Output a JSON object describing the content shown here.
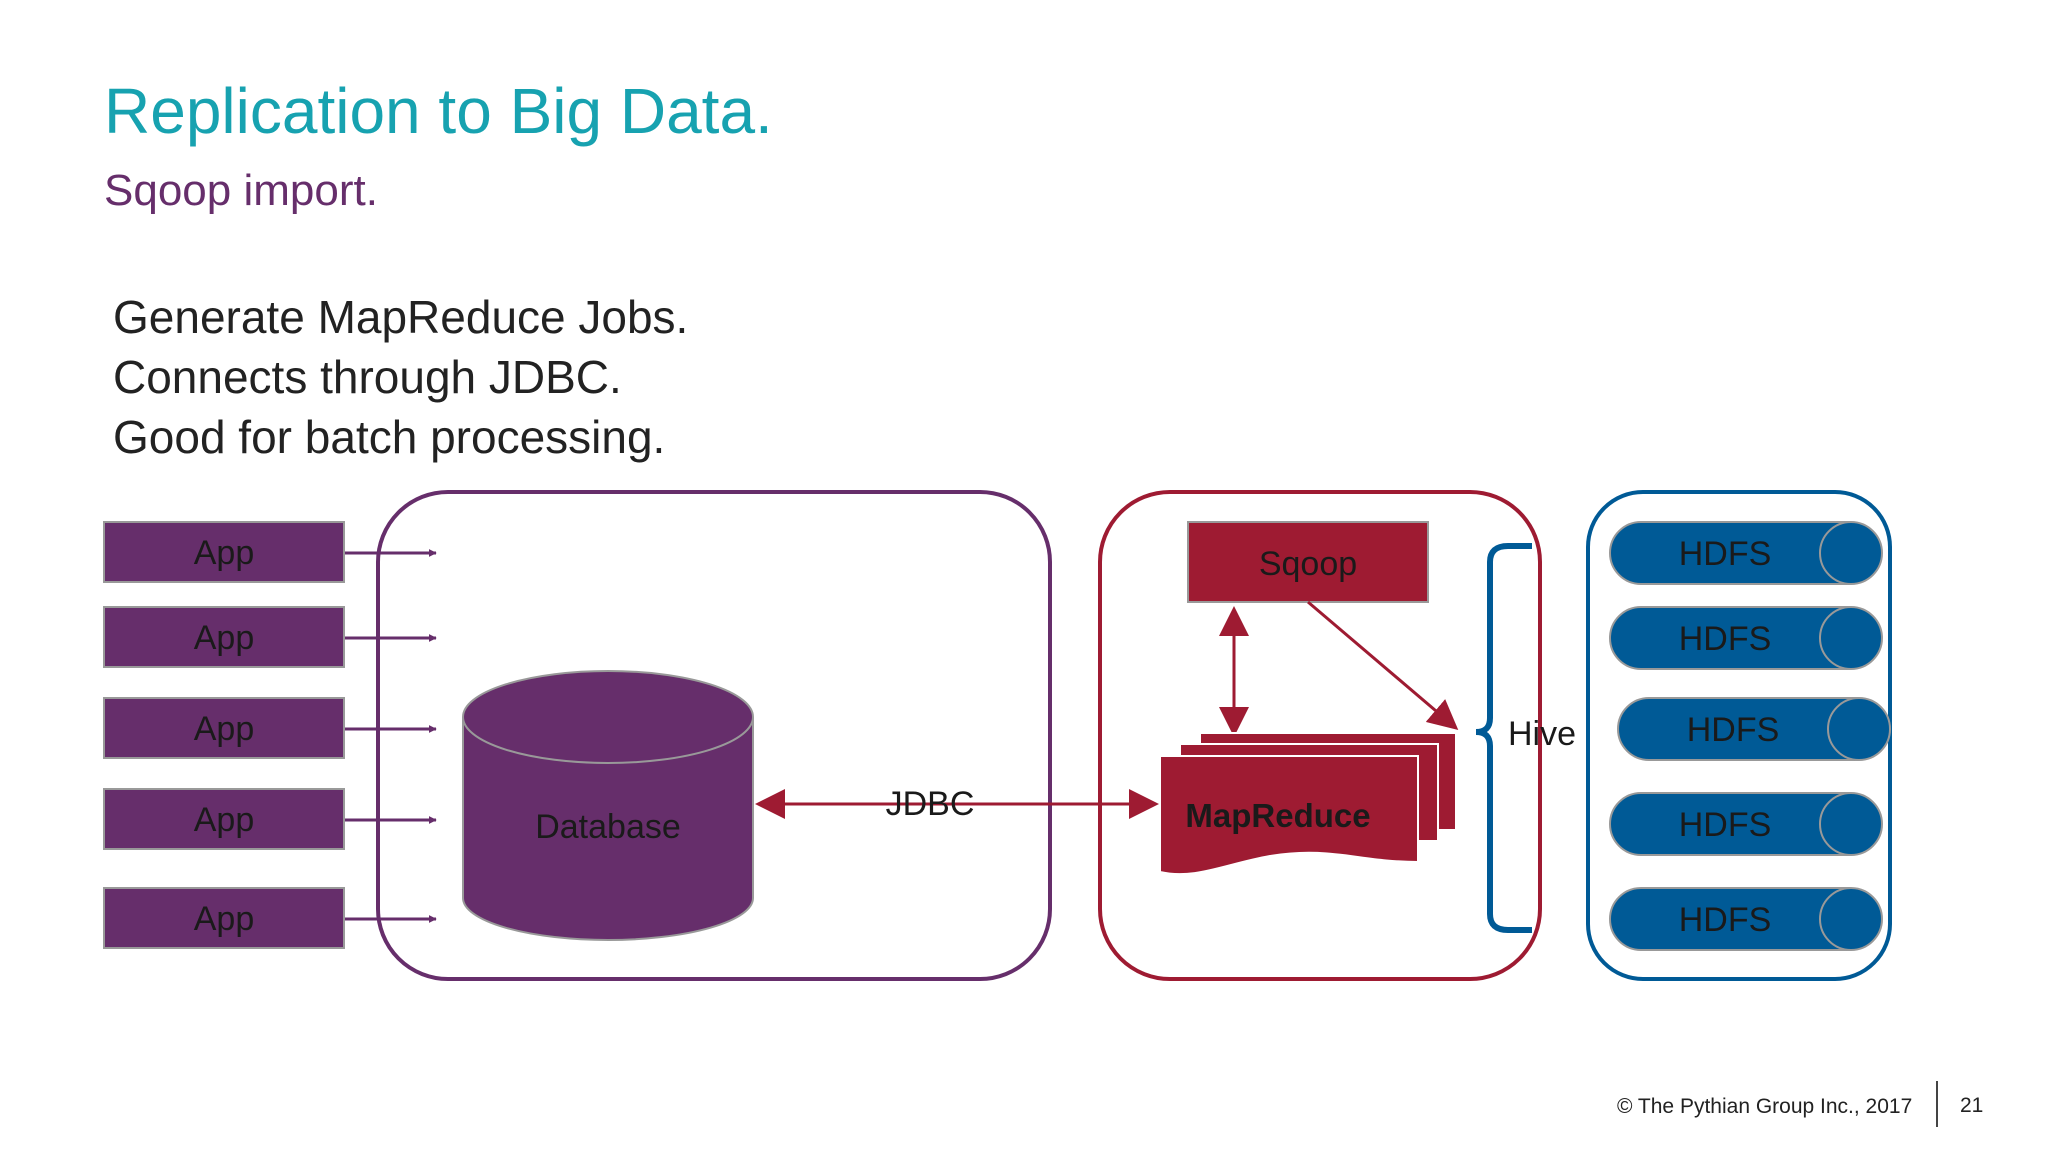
{
  "slide": {
    "title": "Replication to Big Data.",
    "subtitle": "Sqoop import.",
    "bullets": [
      "Generate MapReduce Jobs.",
      "Connects through JDBC.",
      "Good for batch processing."
    ]
  },
  "diagram": {
    "app_label": "App",
    "database_label": "Database",
    "jdbc_label": "JDBC",
    "sqoop_label": "Sqoop",
    "mapreduce_label": "MapReduce",
    "hive_label": "Hive",
    "hdfs_label": "HDFS"
  },
  "colors": {
    "title": "#17a2b0",
    "subtitle": "#662e6b",
    "purple": "#662e6b",
    "crimson": "#9e1b32",
    "blue": "#005a96"
  },
  "footer": {
    "copyright": "©  The Pythian Group Inc., 2017",
    "page_number": "21"
  }
}
